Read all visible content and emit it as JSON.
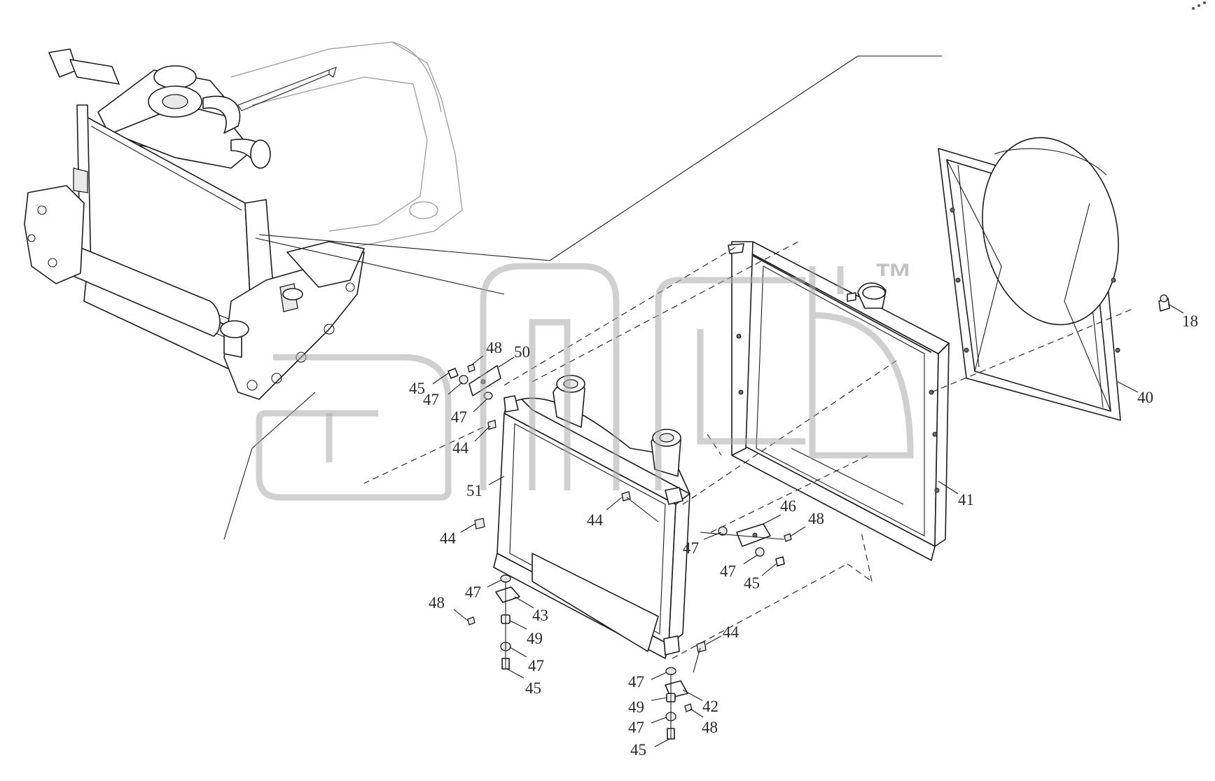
{
  "watermark": {
    "brand_color": "#a9a9a9",
    "trademark": "™"
  },
  "parts": [
    "40",
    "41",
    "42",
    "43",
    "44",
    "45",
    "46",
    "47",
    "48",
    "49",
    "50",
    "51",
    "18"
  ],
  "callouts": {
    "c18": "18",
    "c40": "40",
    "c41": "41",
    "c42": "42",
    "c43": "43",
    "c44a": "44",
    "c44b": "44",
    "c44c": "44",
    "c44d": "44",
    "c45a": "45",
    "c45b": "45",
    "c45c": "45",
    "c45d": "45",
    "c46": "46",
    "c47a": "47",
    "c47b": "47",
    "c47c": "47",
    "c47d": "47",
    "c47e": "47",
    "c47f": "47",
    "c47g": "47",
    "c47h": "47",
    "c48a": "48",
    "c48b": "48",
    "c48c": "48",
    "c48d": "48",
    "c49a": "49",
    "c49b": "49",
    "c50": "50",
    "c51": "51"
  }
}
